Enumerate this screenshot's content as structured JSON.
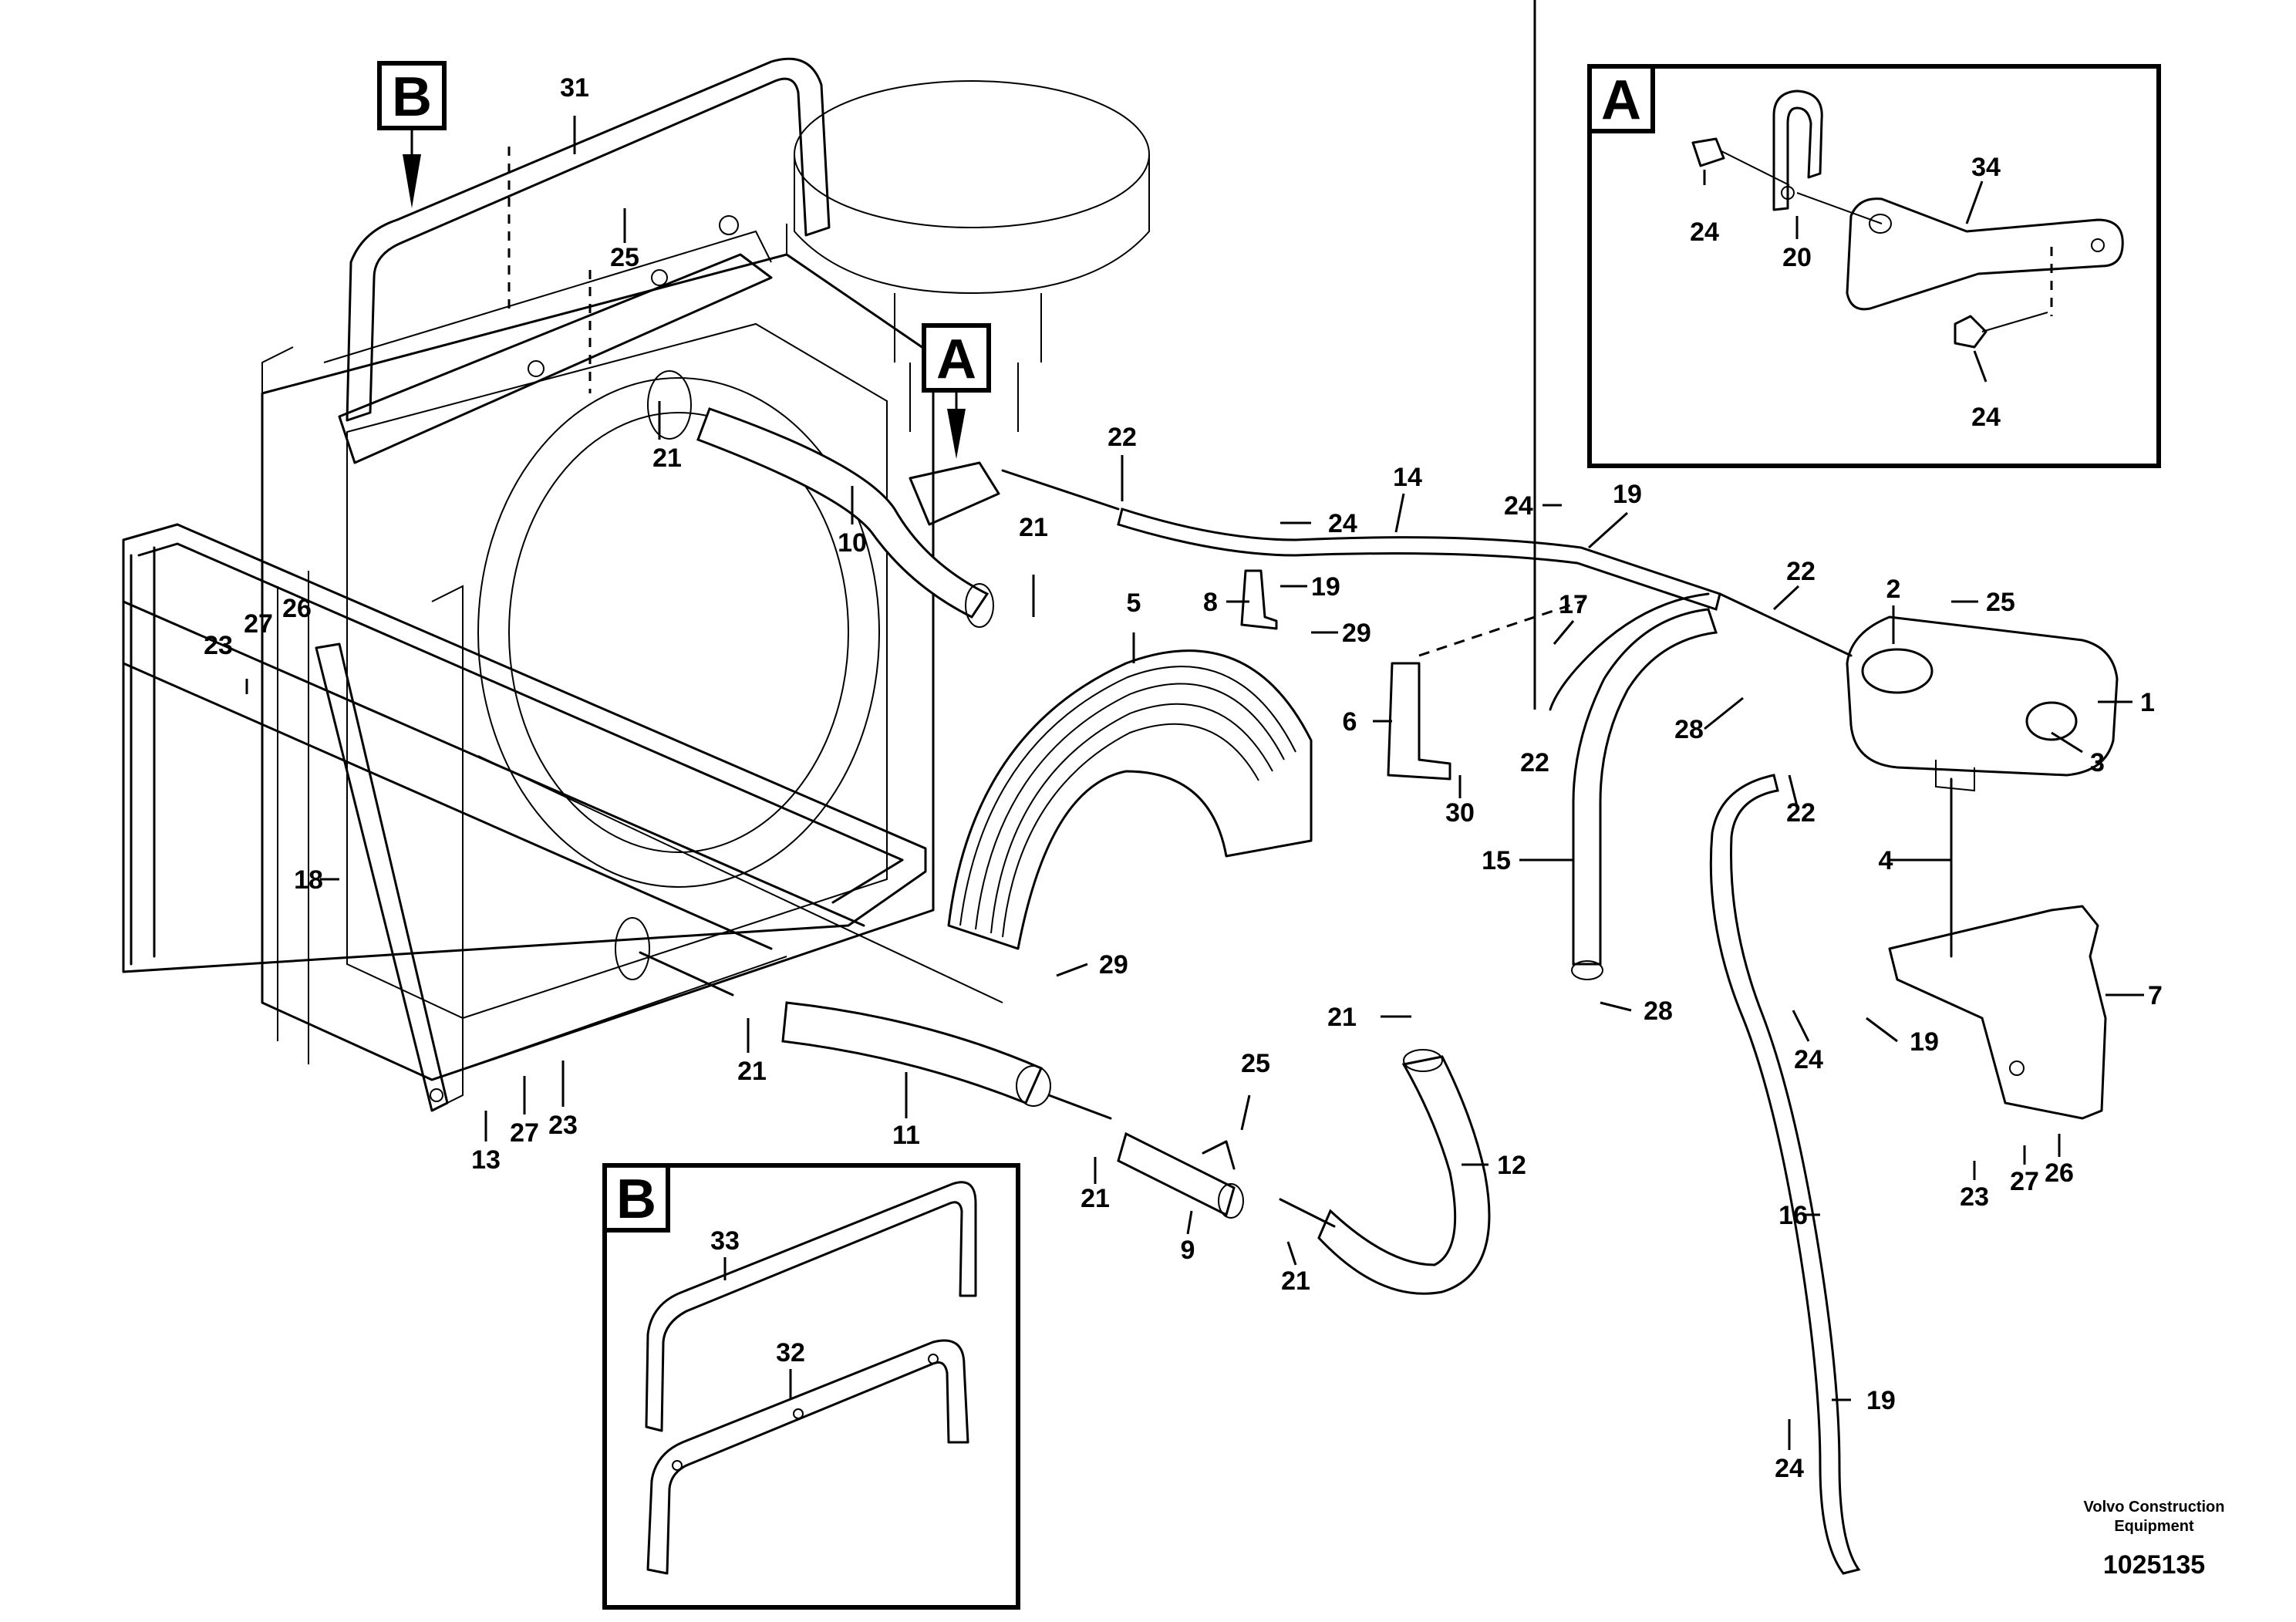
{
  "callouts": [
    {
      "id": "c31",
      "text": "31"
    },
    {
      "id": "c25a",
      "text": "25"
    },
    {
      "id": "c21a",
      "text": "21"
    },
    {
      "id": "c10",
      "text": "10"
    },
    {
      "id": "c21b",
      "text": "21"
    },
    {
      "id": "c22a",
      "text": "22"
    },
    {
      "id": "c14",
      "text": "14"
    },
    {
      "id": "c24a",
      "text": "24"
    },
    {
      "id": "c24b",
      "text": "24"
    },
    {
      "id": "c19a",
      "text": "19"
    },
    {
      "id": "c19b",
      "text": "19"
    },
    {
      "id": "c8",
      "text": "8"
    },
    {
      "id": "c29a",
      "text": "29"
    },
    {
      "id": "c5",
      "text": "5"
    },
    {
      "id": "c17",
      "text": "17"
    },
    {
      "id": "c22b",
      "text": "22"
    },
    {
      "id": "c2",
      "text": "2"
    },
    {
      "id": "c25b",
      "text": "25"
    },
    {
      "id": "c1",
      "text": "1"
    },
    {
      "id": "c3",
      "text": "3"
    },
    {
      "id": "c28a",
      "text": "28"
    },
    {
      "id": "c22c",
      "text": "22"
    },
    {
      "id": "c22d",
      "text": "22"
    },
    {
      "id": "c6",
      "text": "6"
    },
    {
      "id": "c30",
      "text": "30"
    },
    {
      "id": "c15",
      "text": "15"
    },
    {
      "id": "c4",
      "text": "4"
    },
    {
      "id": "c7",
      "text": "7"
    },
    {
      "id": "c23a",
      "text": "23"
    },
    {
      "id": "c27a",
      "text": "27"
    },
    {
      "id": "c26a",
      "text": "26"
    },
    {
      "id": "c18",
      "text": "18"
    },
    {
      "id": "c29b",
      "text": "29"
    },
    {
      "id": "c21c",
      "text": "21"
    },
    {
      "id": "c28b",
      "text": "28"
    },
    {
      "id": "c24c",
      "text": "24"
    },
    {
      "id": "c19c",
      "text": "19"
    },
    {
      "id": "c25c",
      "text": "25"
    },
    {
      "id": "c21d",
      "text": "21"
    },
    {
      "id": "c11",
      "text": "11"
    },
    {
      "id": "c12",
      "text": "12"
    },
    {
      "id": "c13",
      "text": "13"
    },
    {
      "id": "c27b",
      "text": "27"
    },
    {
      "id": "c23b",
      "text": "23"
    },
    {
      "id": "c21e",
      "text": "21"
    },
    {
      "id": "c9",
      "text": "9"
    },
    {
      "id": "c21f",
      "text": "21"
    },
    {
      "id": "c16",
      "text": "16"
    },
    {
      "id": "c23c",
      "text": "23"
    },
    {
      "id": "c27c",
      "text": "27"
    },
    {
      "id": "c26b",
      "text": "26"
    },
    {
      "id": "c19d",
      "text": "19"
    },
    {
      "id": "c24d",
      "text": "24"
    }
  ],
  "detail_a": {
    "label": "A",
    "callouts": [
      {
        "id": "a34",
        "text": "34"
      },
      {
        "id": "a24a",
        "text": "24"
      },
      {
        "id": "a20",
        "text": "20"
      },
      {
        "id": "a24b",
        "text": "24"
      }
    ]
  },
  "detail_b": {
    "label": "B",
    "callouts": [
      {
        "id": "b33",
        "text": "33"
      },
      {
        "id": "b32",
        "text": "32"
      }
    ]
  },
  "view_markers": {
    "a": "A",
    "b": "B"
  },
  "footer": {
    "company_line1": "Volvo Construction",
    "company_line2": "Equipment",
    "drawing_number": "1025135"
  }
}
